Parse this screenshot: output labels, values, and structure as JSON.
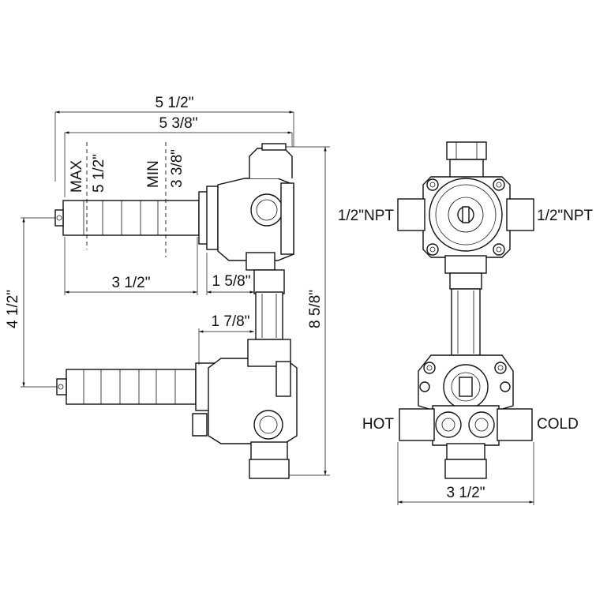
{
  "dimensions": {
    "overall_width": "5 1/2\"",
    "inner_width": "5 3/8\"",
    "max_label": "MAX",
    "max_value": "5 1/2\"",
    "min_label": "MIN",
    "min_value": "3 3/8\"",
    "stem_length": "3 1/2\"",
    "upper_offset": "1 5/8\"",
    "lower_offset": "1 7/8\"",
    "vertical_spacing": "4 1/2\"",
    "overall_height": "8 5/8\"",
    "front_width": "3 1/2\""
  },
  "ports": {
    "npt_left": "1/2\"NPT",
    "npt_right": "1/2\"NPT",
    "hot": "HOT",
    "cold": "COLD"
  }
}
